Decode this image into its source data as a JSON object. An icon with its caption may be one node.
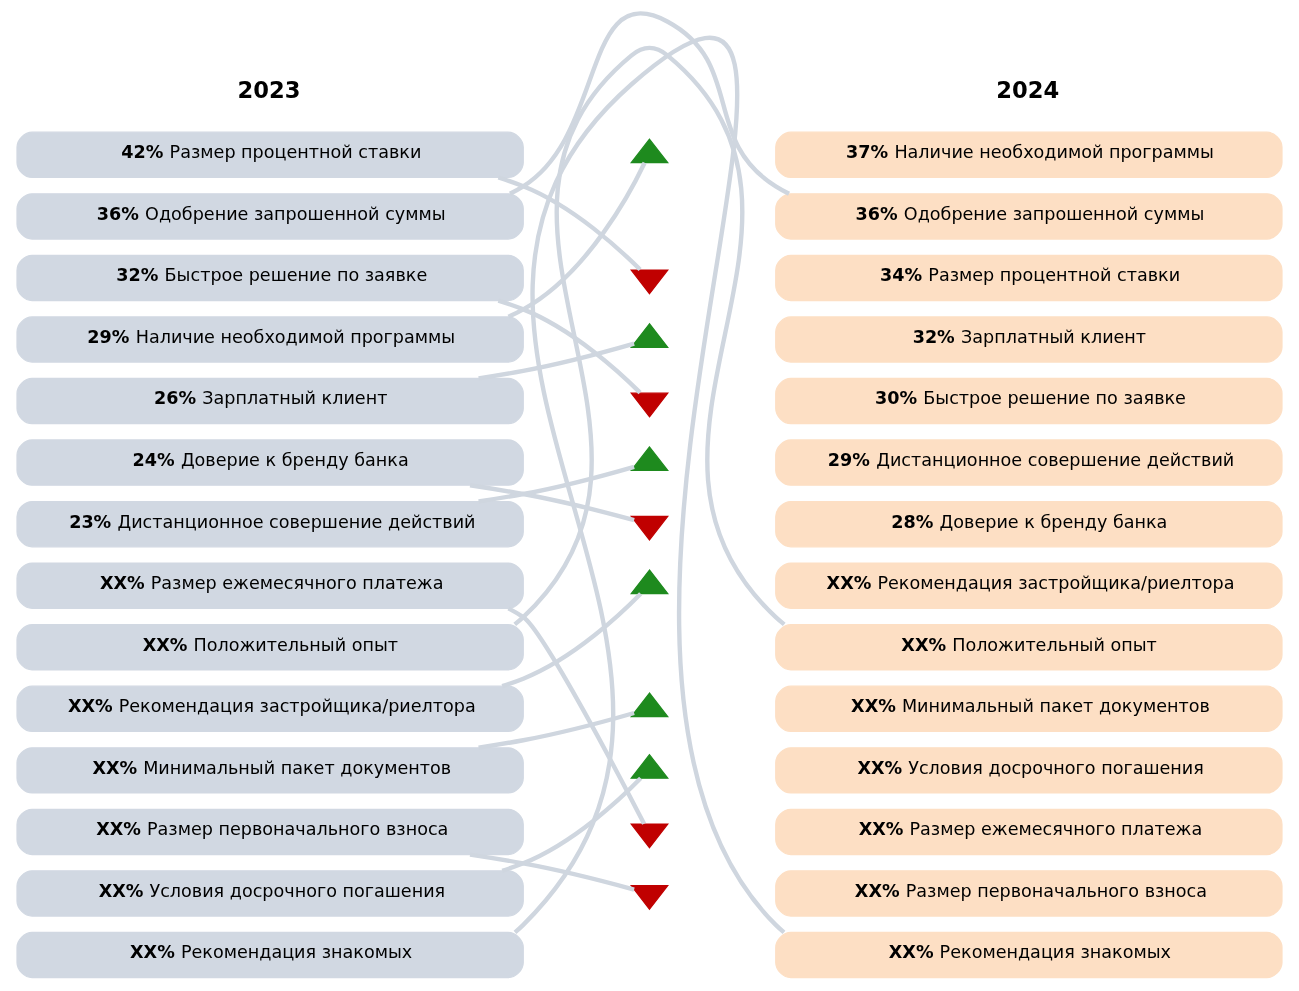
{
  "diagram": {
    "nodes": [
      {
        "text": [
          "**42%** Размер процентной ставки"
        ]
      },
      {
        "text": [
          "**36%** Одобрение запрошенной суммы"
        ]
      },
      {
        "text": [
          "**32%** Быстрое решение по заявке"
        ]
      },
      {
        "text": [
          "**29%** Наличие необходимой программы"
        ]
      },
      {
        "text": [
          "**26%** Зарплатный клиент"
        ]
      },
      {
        "text": [
          "**24%** Доверие к бренду банка"
        ]
      },
      {
        "text": [
          "**23%** Дистанционное совершение действий"
        ]
      },
      {
        "text": [
          "**XX%** Размер ежемесячного платежа"
        ]
      },
      {
        "text": [
          "**XX%** Положительный опыт"
        ]
      },
      {
        "text": [
          "**XX%** Рекомендация застройщика/риелтора"
        ]
      },
      {
        "text": [
          "**XX%** Минимальный пакет документов"
        ]
      },
      {
        "text": [
          "**XX%** Размер первоначального взноса"
        ]
      },
      {
        "text": [
          "**XX%** Условия досрочного погашения"
        ]
      },
      {
        "text": [
          "**XX%** Рекомендация знакомых"
        ]
      },
      {
        "text": [
          "**37%** Наличие необходимой программы"
        ]
      },
      {
        "text": [
          "**36%** Одобрение запрошенной суммы"
        ]
      },
      {
        "text": [
          "**34%** Размер процентной ставки"
        ]
      },
      {
        "text": [
          "**32%** Зарплатный клиент"
        ]
      },
      {
        "text": [
          "**30%** Быстрое решение по заявке"
        ]
      },
      {
        "text": [
          "**29%** Дистанционное совершение действий"
        ]
      },
      {
        "text": [
          "**28%** Доверие к бренду банка"
        ]
      },
      {
        "text": [
          "**XX%** Рекомендация застройщика/риелтора"
        ]
      },
      {
        "text": [
          "**XX%** Положительный опыт"
        ]
      },
      {
        "text": [
          "**XX%** Минимальный пакет документов"
        ]
      },
      {
        "text": [
          "**XX%** Условия досрочного погашения"
        ]
      },
      {
        "text": [
          "**XX%** Размер ежемесячного платежа"
        ]
      },
      {
        "text": [
          "**XX%** Размер первоначального взноса"
        ]
      },
      {
        "text": [
          "**XX%** Рекомендация знакомых"
        ]
      },
      {
        "text": [],
        "shape": "triangle"
      },
      {
        "text": [],
        "shape": "invtriangle"
      },
      {
        "text": [],
        "shape": "triangle"
      },
      {
        "text": [],
        "shape": "invtriangle"
      },
      {
        "text": [],
        "shape": "triangle"
      },
      {
        "text": [],
        "shape": "invtriangle"
      },
      {
        "text": [],
        "shape": "triangle"
      },
      {
        "text": [],
        "shape": "triangle"
      },
      {
        "text": [],
        "shape": "triangle"
      },
      {
        "text": [],
        "shape": "invtriangle"
      },
      {
        "text": [],
        "shape": "invtriangle"
      }
    ],
    "edges": [
      {
        "from": 0,
        "to": 29,
        "arrow": "none"
      },
      {
        "from": 1,
        "to": 15,
        "arrow": "none"
      },
      {
        "from": 2,
        "to": 31,
        "arrow": "none"
      },
      {
        "from": 3,
        "to": 28,
        "arrow": "none"
      },
      {
        "from": 4,
        "to": 30,
        "arrow": "none"
      },
      {
        "from": 5,
        "to": 33,
        "arrow": "none"
      },
      {
        "from": 6,
        "to": 32,
        "arrow": "none"
      },
      {
        "from": 7,
        "to": 37,
        "arrow": "none"
      },
      {
        "from": 8,
        "to": 22,
        "arrow": "none"
      },
      {
        "from": 9,
        "to": 34,
        "arrow": "none"
      },
      {
        "from": 10,
        "to": 35,
        "arrow": "none"
      },
      {
        "from": 11,
        "to": 38,
        "arrow": "none"
      },
      {
        "from": 12,
        "to": 36,
        "arrow": "none"
      },
      {
        "from": 13,
        "to": 27,
        "arrow": "none"
      }
    ],
    "labels": [
      "2023",
      "2024"
    ]
  }
}
